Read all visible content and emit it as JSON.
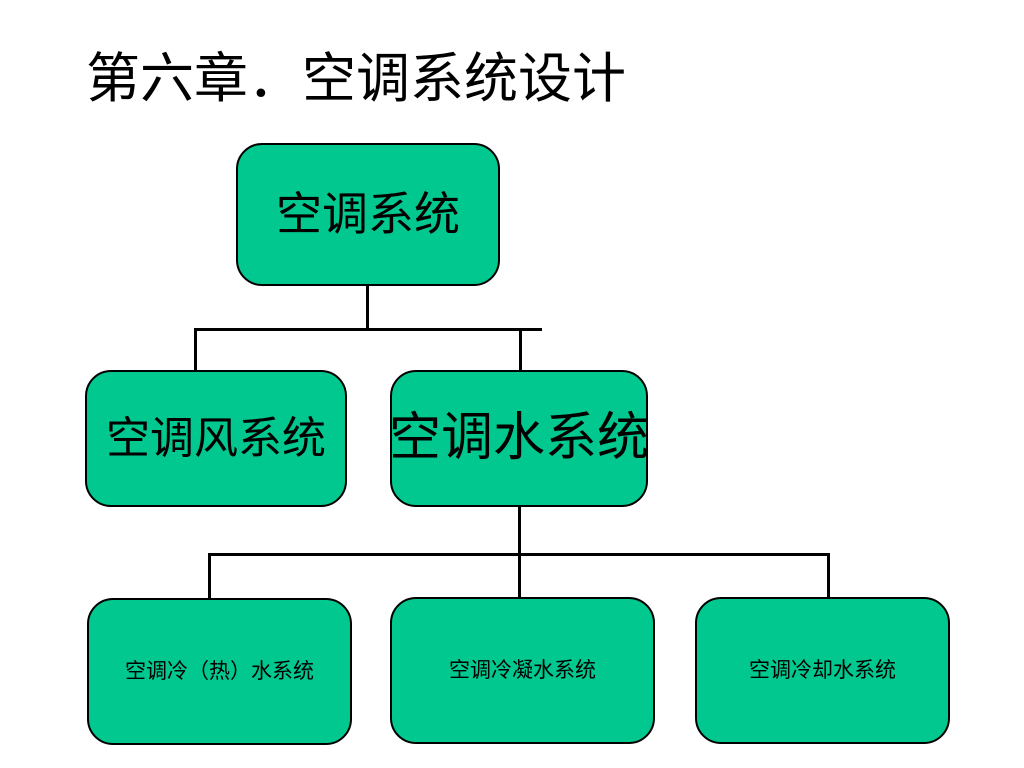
{
  "slide": {
    "title": "第六章．空调系统设计",
    "background_color": "#ffffff",
    "node_fill_color": "#00c88f",
    "node_border_color": "#000000",
    "connector_color": "#000000"
  },
  "diagram": {
    "type": "tree",
    "levels": [
      {
        "level": 1,
        "nodes": [
          {
            "id": "root",
            "label": "空调系统"
          }
        ]
      },
      {
        "level": 2,
        "nodes": [
          {
            "id": "air",
            "label": "空调风系统"
          },
          {
            "id": "water",
            "label": "空调水系统"
          }
        ]
      },
      {
        "level": 3,
        "nodes": [
          {
            "id": "chilled",
            "label": "空调冷（热）水系统"
          },
          {
            "id": "condensate",
            "label": "空调冷凝水系统"
          },
          {
            "id": "cooling",
            "label": "空调冷却水系统"
          }
        ]
      }
    ],
    "edges": [
      {
        "from": "root",
        "to": "air"
      },
      {
        "from": "root",
        "to": "water"
      },
      {
        "from": "water",
        "to": "chilled"
      },
      {
        "from": "water",
        "to": "condensate"
      },
      {
        "from": "water",
        "to": "cooling"
      }
    ]
  }
}
